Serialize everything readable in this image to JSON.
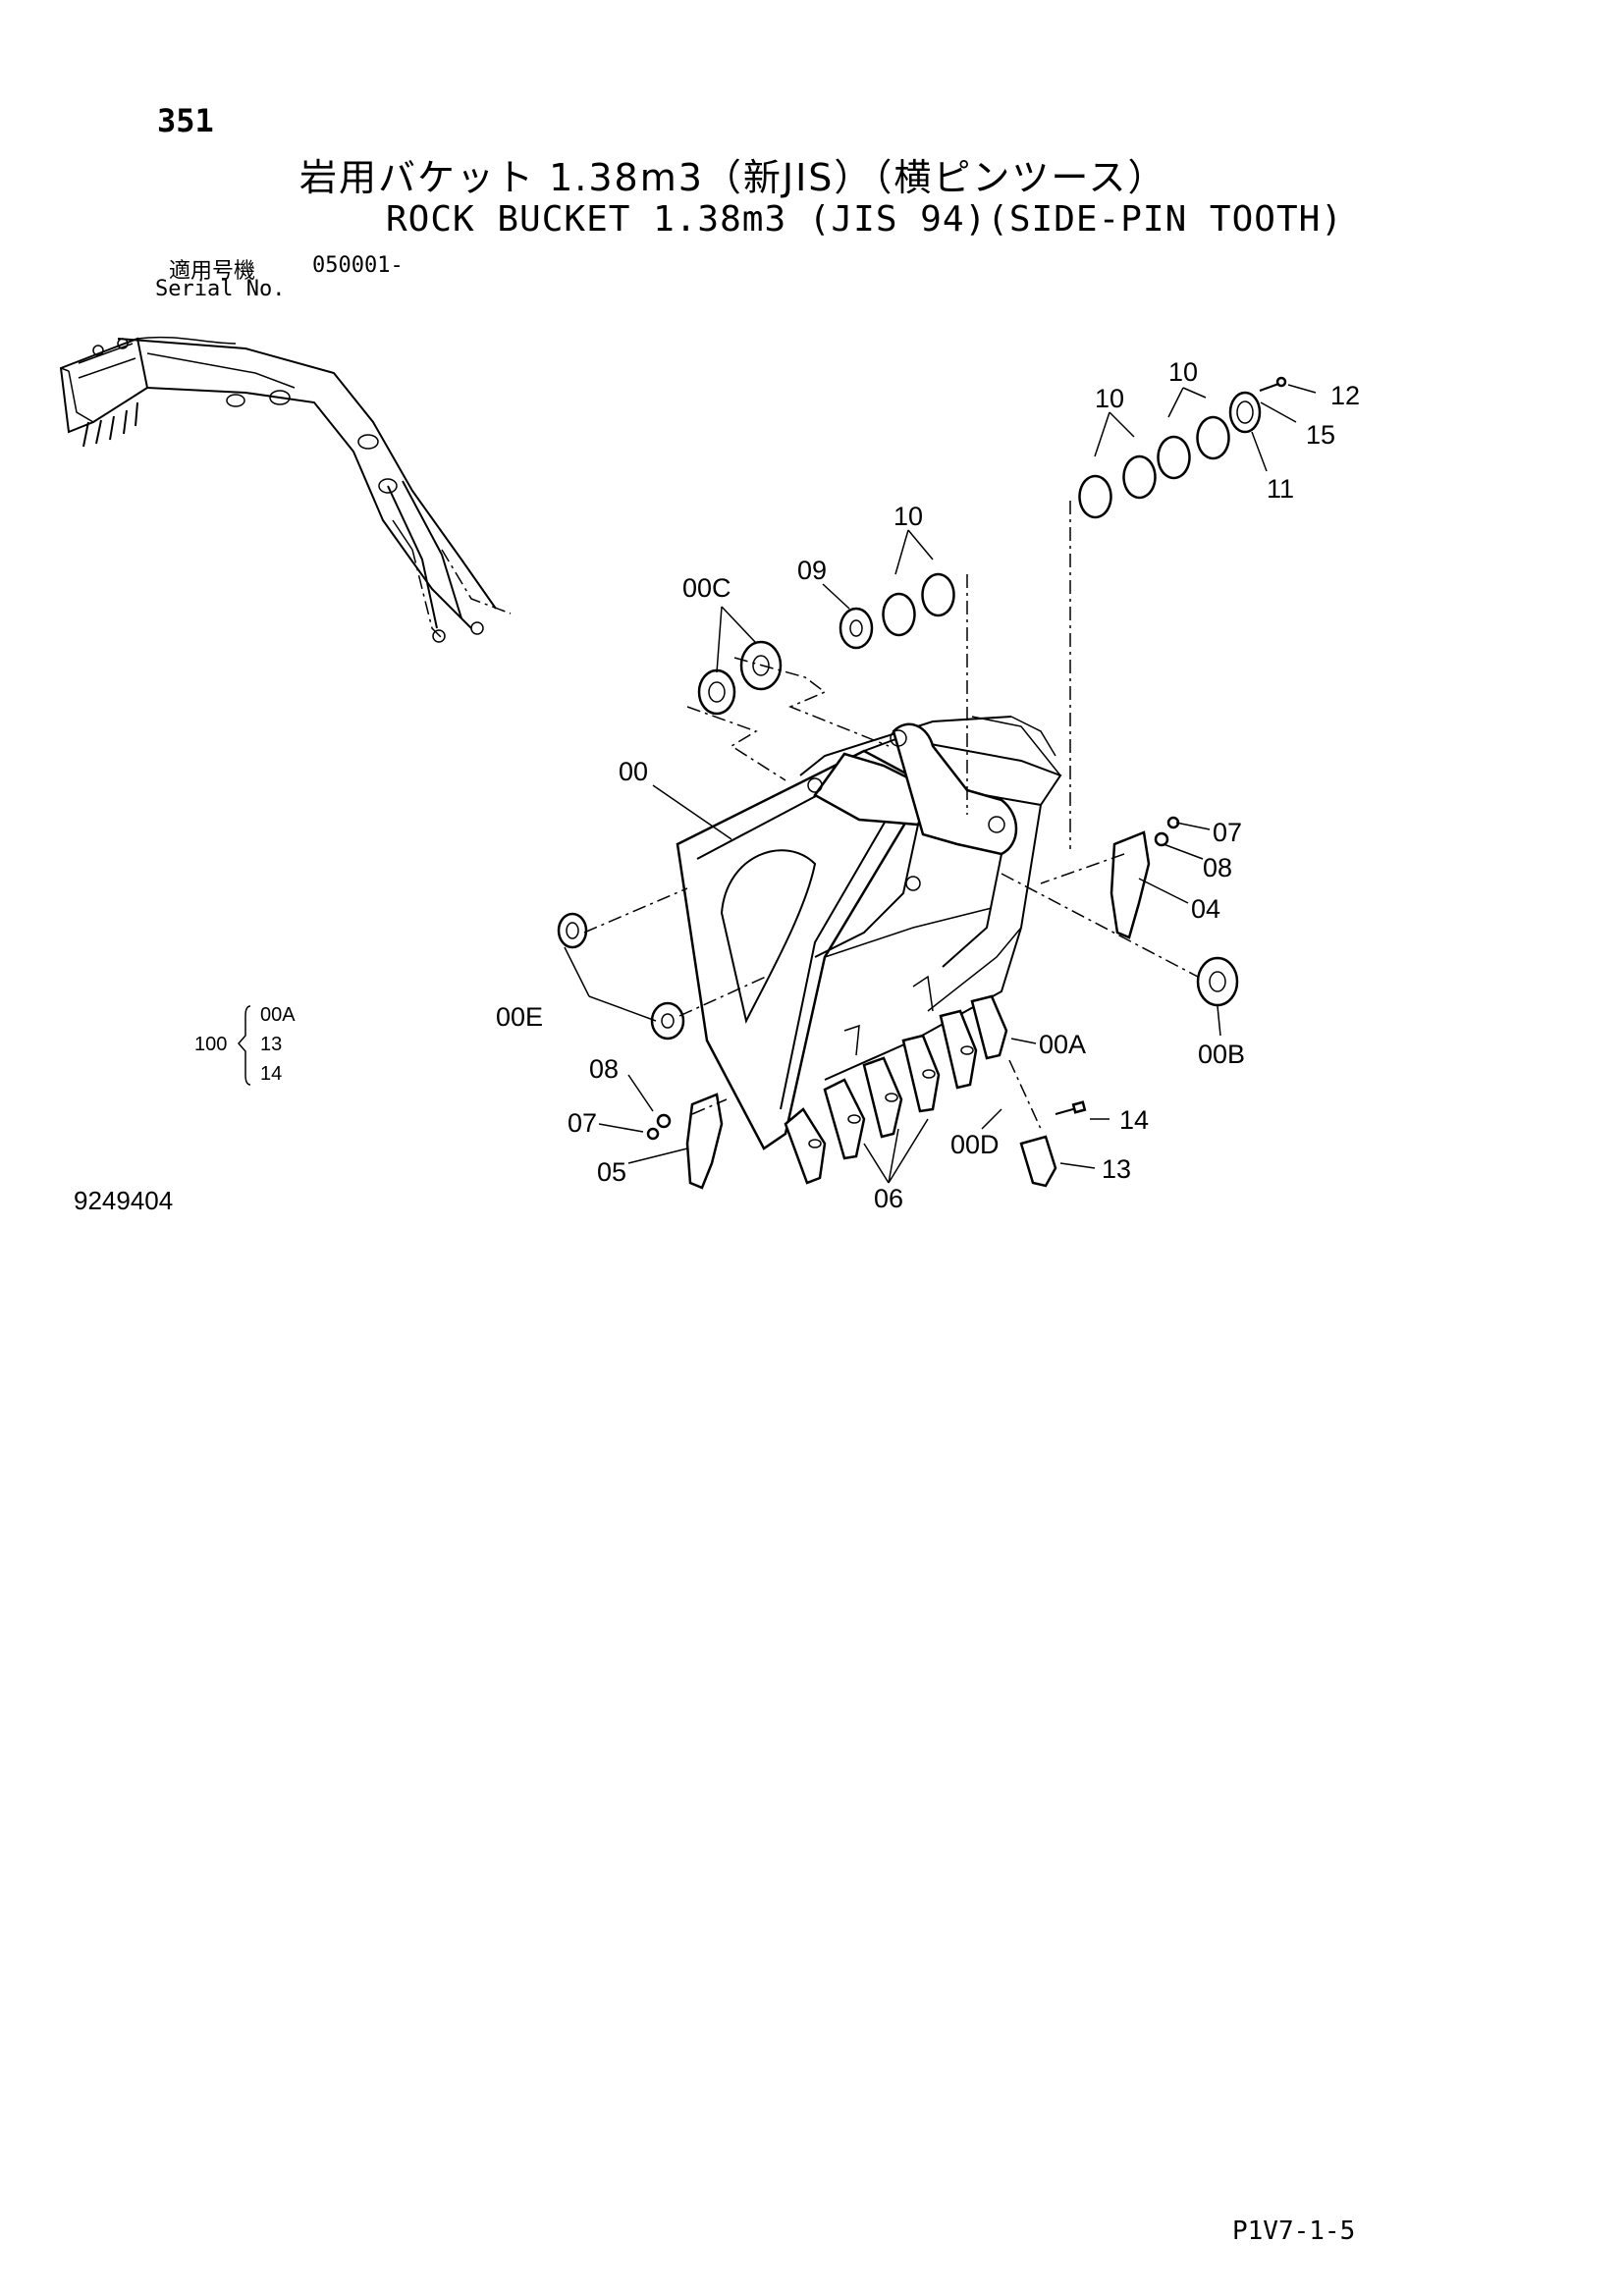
{
  "page_number": "351",
  "title_jp": "岩用バケット 1.38m3（新JIS）（横ピンツース）",
  "title_en": "ROCK BUCKET 1.38m3 (JIS 94)(SIDE-PIN TOOTH)",
  "serial": {
    "label_jp": "適用号機",
    "value": "050001-",
    "label_en": "Serial No."
  },
  "diagram_id": "9249404",
  "page_code": "P1V7-1-5",
  "callouts": {
    "c00": "00",
    "c00A": "00A",
    "c00B": "00B",
    "c00C": "00C",
    "c00D": "00D",
    "c00E": "00E",
    "c04": "04",
    "c05": "05",
    "c06": "06",
    "c07a": "07",
    "c07b": "07",
    "c08a": "08",
    "c08b": "08",
    "c09": "09",
    "c10a": "10",
    "c10b": "10",
    "c10c": "10",
    "c11": "11",
    "c12": "12",
    "c13": "13",
    "c14": "14",
    "c15": "15"
  },
  "kit": {
    "number": "100",
    "items": [
      "00A",
      "13",
      "14"
    ]
  }
}
